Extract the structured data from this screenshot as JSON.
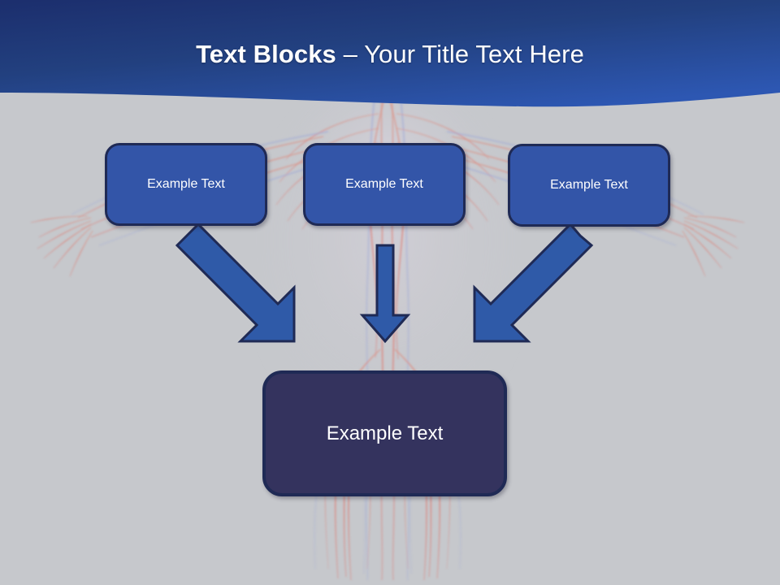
{
  "slide": {
    "background_color": "#c6c8cc",
    "accent_color": "#3355a8",
    "accent_dark_color": "#34335e",
    "outline_color": "#1f2a55",
    "header_gradient_top": "#1e3275",
    "header_gradient_bottom": "#2b53ae",
    "background_image_name": "human-vascular-system-artwork"
  },
  "header": {
    "title_strong": "Text Blocks",
    "title_separator": " – ",
    "title_light": "Your Title Text Here",
    "title_full": "Text Blocks – Your Title Text Here"
  },
  "diagram": {
    "top_blocks": [
      {
        "id": "left",
        "label": "Example Text"
      },
      {
        "id": "center",
        "label": "Example Text"
      },
      {
        "id": "right",
        "label": "Example Text"
      }
    ],
    "result_block": {
      "id": "result",
      "label": "Example Text"
    },
    "arrows": [
      {
        "id": "left-arrow",
        "direction": "down-right",
        "from_block": "left",
        "to_block": "result"
      },
      {
        "id": "center-arrow",
        "direction": "down",
        "from_block": "center",
        "to_block": "result"
      },
      {
        "id": "right-arrow",
        "direction": "down-left",
        "from_block": "right",
        "to_block": "result"
      }
    ]
  }
}
